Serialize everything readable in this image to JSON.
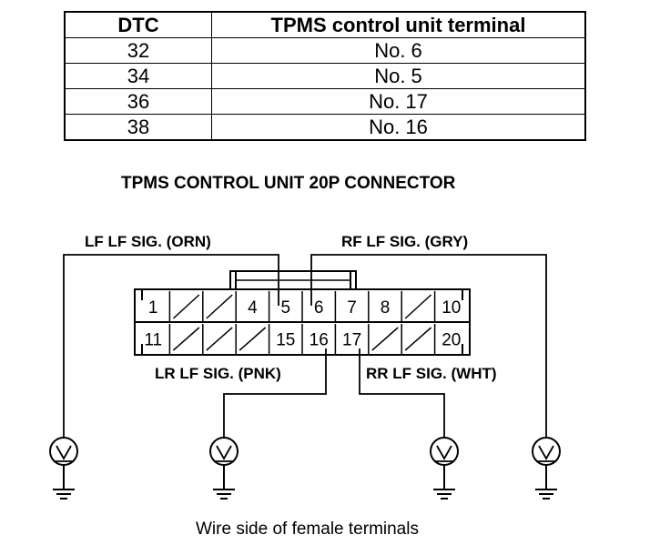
{
  "table": {
    "headers": [
      "DTC",
      "TPMS control unit terminal"
    ],
    "rows": [
      {
        "dtc": "32",
        "terminal": "No. 6"
      },
      {
        "dtc": "34",
        "terminal": "No. 5"
      },
      {
        "dtc": "36",
        "terminal": "No. 17"
      },
      {
        "dtc": "38",
        "terminal": "No. 16"
      }
    ]
  },
  "connector": {
    "title": "TPMS CONTROL UNIT 20P CONNECTOR",
    "top_row": [
      "1",
      "",
      "",
      "4",
      "5",
      "6",
      "7",
      "8",
      "",
      "10"
    ],
    "bottom_row": [
      "11",
      "",
      "",
      "",
      "15",
      "16",
      "17",
      "",
      "",
      "20"
    ]
  },
  "labels": {
    "lf": "LF LF SIG. (ORN)",
    "rf": "RF LF SIG. (GRY)",
    "lr": "LR LF SIG. (PNK)",
    "rr": "RR LF SIG. (WHT)"
  },
  "caption": "Wire side of female terminals",
  "icons": {
    "meter": "voltmeter-icon",
    "ground": "ground-icon"
  }
}
